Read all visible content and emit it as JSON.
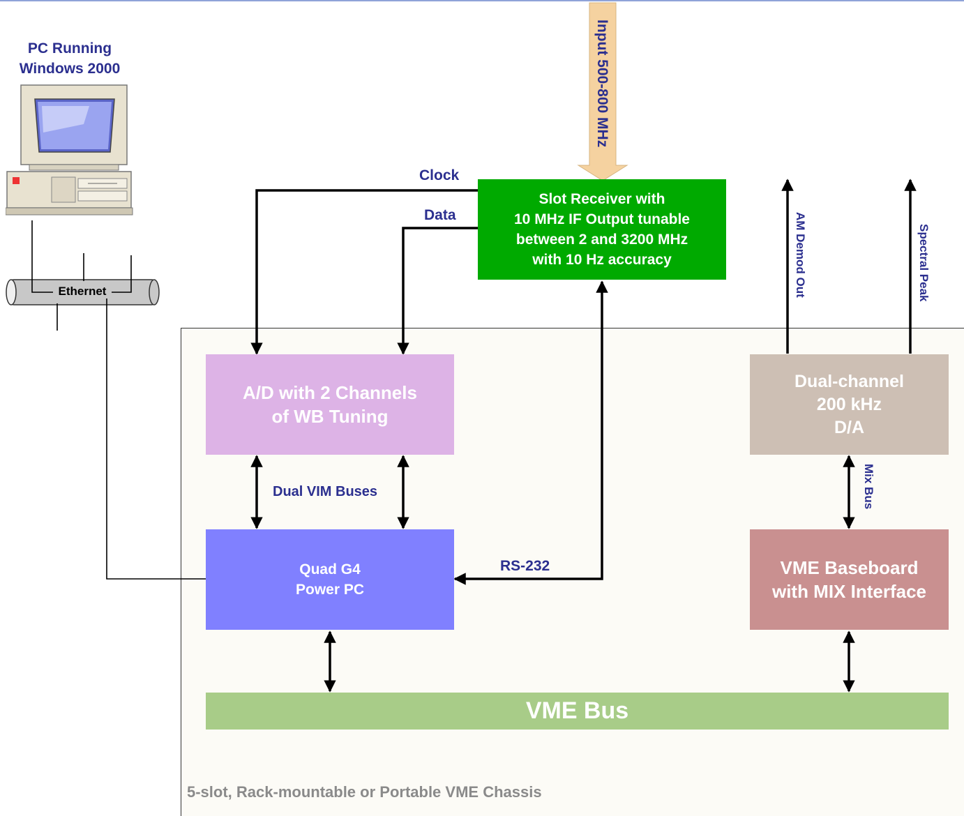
{
  "pc": {
    "title_line1": "PC Running",
    "title_line2": "Windows 2000"
  },
  "network": {
    "ethernet_label": "Ethernet"
  },
  "input_arrow": {
    "label": "Input 500-800 MHz"
  },
  "blocks": {
    "slot_receiver": "Slot Receiver with\n10 MHz IF Output tunable\nbetween 2 and 3200 MHz\nwith 10 Hz accuracy",
    "ad": "A/D with 2 Channels\nof WB Tuning",
    "quad_g4": "Quad G4\nPower PC",
    "dual_da": "Dual-channel\n200 kHz\nD/A",
    "vme_baseboard": "VME Baseboard\nwith MIX Interface",
    "vme_bus": "VME Bus"
  },
  "signals": {
    "clock": "Clock",
    "data": "Data",
    "dual_vim": "Dual VIM Buses",
    "rs232": "RS-232",
    "am_demod": "AM Demod Out",
    "spectral_peak": "Spectral Peak",
    "mix_bus": "Mix Bus"
  },
  "chassis": {
    "caption": "5-slot, Rack-mountable or Portable VME Chassis"
  },
  "colors": {
    "slot_receiver": "#00aa00",
    "ad": "#ddb3e6",
    "quad_g4": "#8080ff",
    "dual_da": "#cdbfb4",
    "vme_baseboard": "#c99090",
    "vme_bus": "#a8cc88",
    "chassis_bg": "#fcfbf6",
    "label_blue": "#2b2f8f"
  }
}
